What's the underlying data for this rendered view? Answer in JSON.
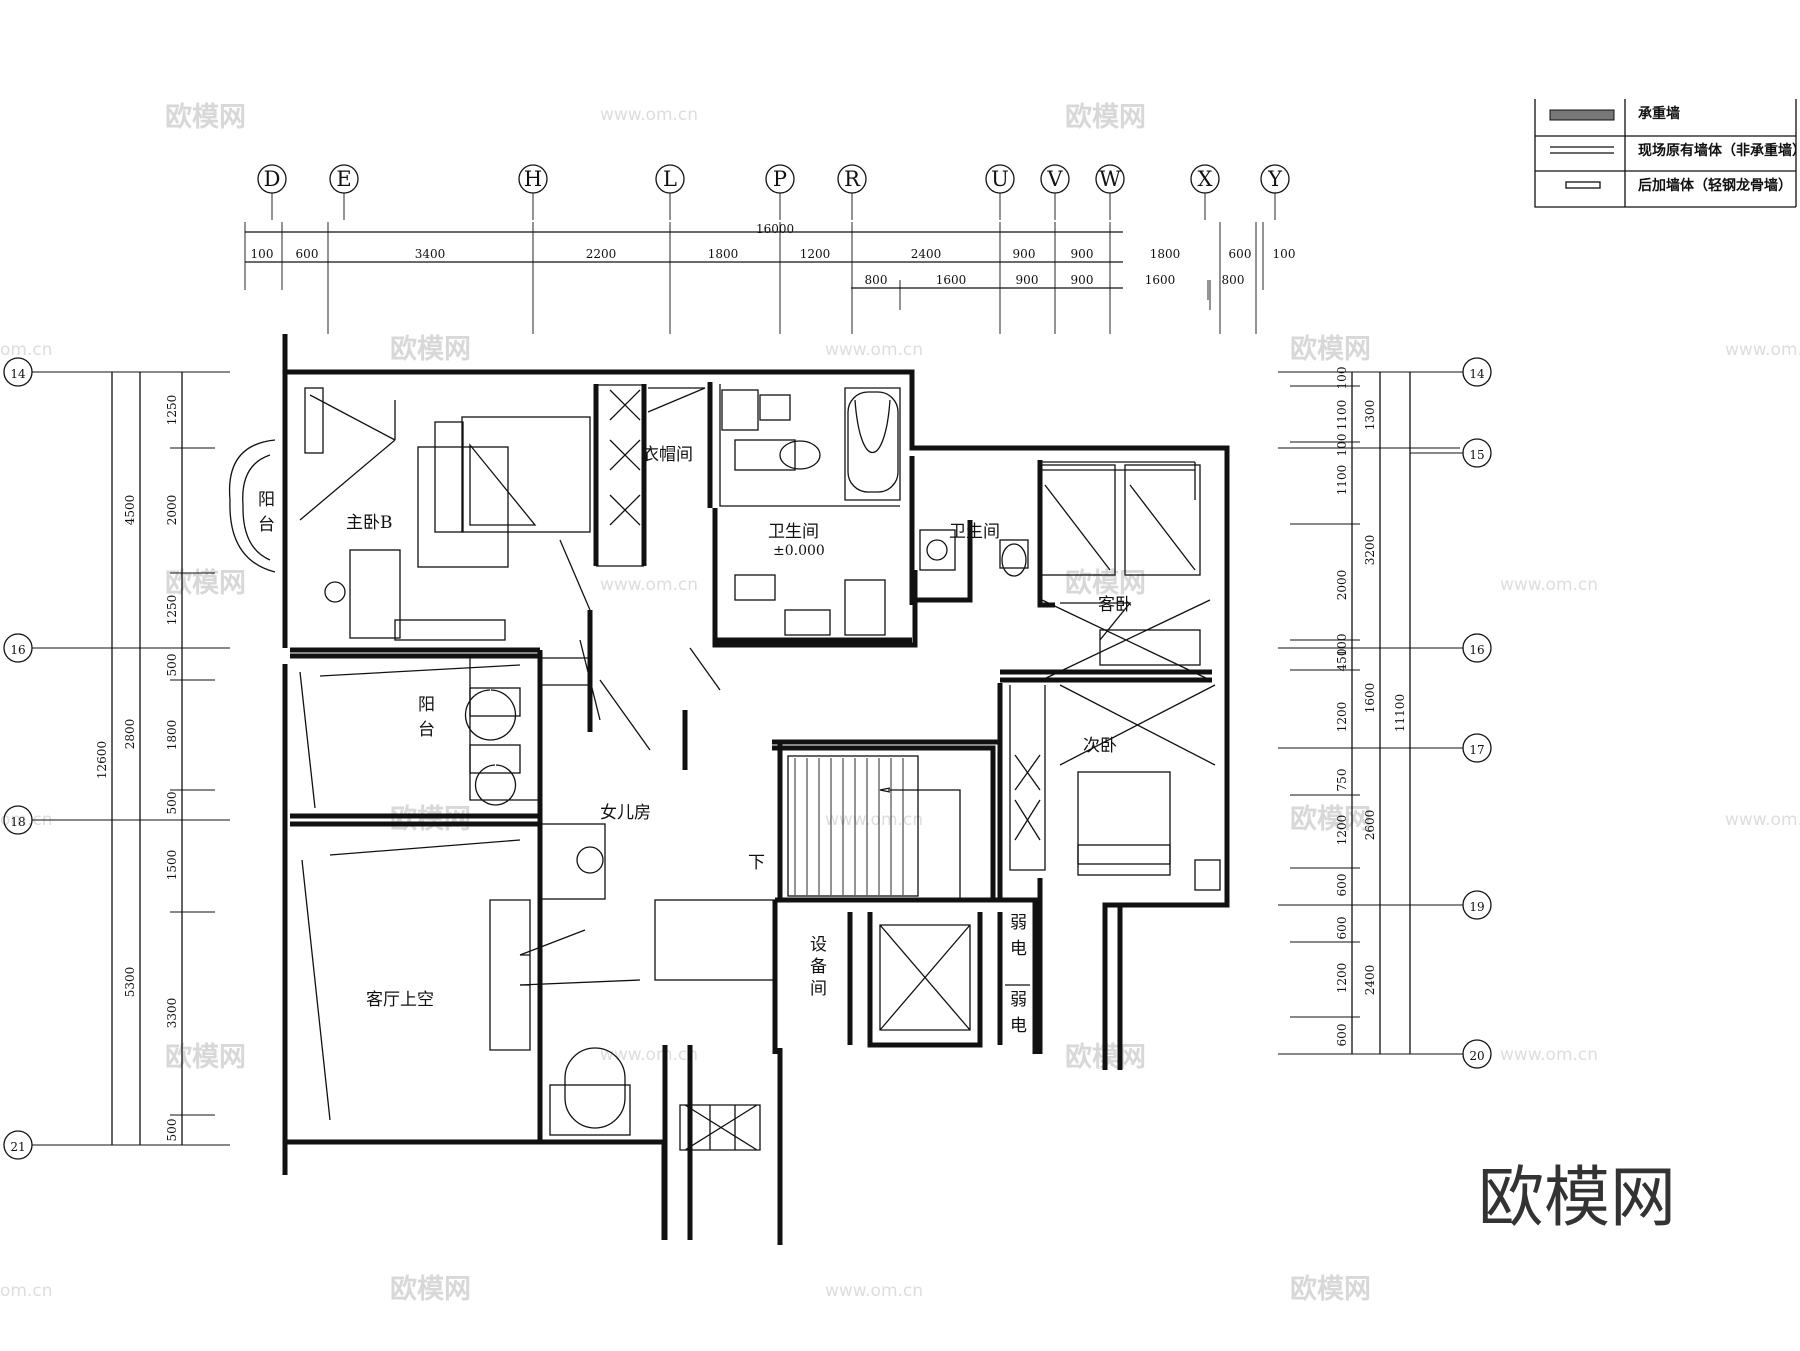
{
  "axes_top": [
    "D",
    "E",
    "H",
    "L",
    "P",
    "R",
    "U",
    "V",
    "W",
    "X",
    "Y"
  ],
  "axes_side": [
    "14",
    "15",
    "16",
    "17",
    "18",
    "19",
    "20",
    "21"
  ],
  "top_overall": "16000",
  "top_row1": [
    "100",
    "600",
    "3400",
    "2200",
    "1800",
    "1200",
    "2400",
    "900",
    "900",
    "1800",
    "600",
    "100"
  ],
  "top_row2": [
    "800",
    "1600",
    "900",
    "900",
    "1600",
    "800"
  ],
  "left_total": "12600",
  "left_mid": [
    "4500",
    "2800",
    "5300"
  ],
  "left_inner": [
    "1250",
    "2000",
    "1250",
    "500",
    "1800",
    "500",
    "1500",
    "3300",
    "500"
  ],
  "right_inner": [
    "100",
    "1100",
    "100",
    "1100",
    "2000",
    "100",
    "450",
    "1200",
    "750",
    "1200",
    "600",
    "600",
    "1200",
    "600"
  ],
  "right_mid": [
    "1300",
    "3200",
    "1600",
    "2600",
    "2400"
  ],
  "right_total": "11100",
  "rooms": {
    "master": "主卧B",
    "balcony1": "阳台",
    "cloak": "衣帽间",
    "bath1": "卫生间",
    "elev": "±0.000",
    "bath2": "卫生间",
    "guest": "客卧",
    "second": "次卧",
    "balcony2": "阳台",
    "daughter": "女儿房",
    "down": "下",
    "equip": "设备间",
    "weak": "弱电",
    "living": "客厅上空"
  },
  "legend": [
    "承重墙",
    "现场原有墙体（非承重墙）",
    "后加墙体（轻钢龙骨墙）"
  ],
  "watermark": {
    "logo": "欧模网",
    "url": "www.om.cn",
    "url_short": "om.cn"
  },
  "colors": {
    "line": "#111111",
    "watermark": "#d8d8d8"
  }
}
